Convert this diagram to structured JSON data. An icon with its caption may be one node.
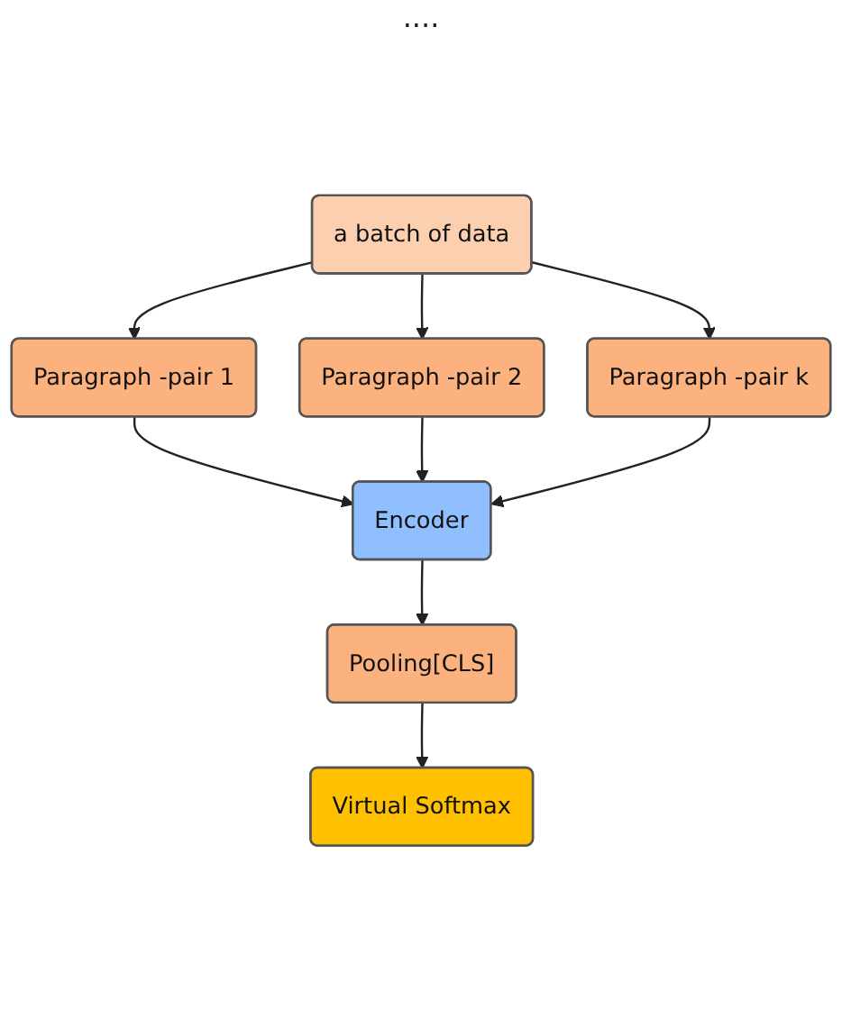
{
  "diagram": {
    "nodes": [
      {
        "text": [
          "a batch of data"
        ]
      },
      {
        "text": [
          "Paragraph -pair 1"
        ]
      },
      {
        "text": [
          "Paragraph -pair 2"
        ]
      },
      {
        "text": [
          "Paragraph -pair k"
        ]
      },
      {
        "text": [
          "Encoder"
        ]
      },
      {
        "text": [
          "Pooling[CLS]"
        ]
      },
      {
        "text": [
          "Virtual Softmax"
        ]
      }
    ],
    "edges": [
      {
        "from": 0,
        "to": 1,
        "arrow": "to"
      },
      {
        "from": 0,
        "to": 2,
        "arrow": "to"
      },
      {
        "from": 0,
        "to": 3,
        "arrow": "to"
      },
      {
        "from": 1,
        "to": 4,
        "arrow": "to"
      },
      {
        "from": 2,
        "to": 4,
        "arrow": "to"
      },
      {
        "from": 3,
        "to": 4,
        "arrow": "to"
      },
      {
        "from": 4,
        "to": 5,
        "arrow": "to"
      },
      {
        "from": 5,
        "to": 6,
        "arrow": "to"
      }
    ],
    "labels": [
      "...."
    ]
  }
}
